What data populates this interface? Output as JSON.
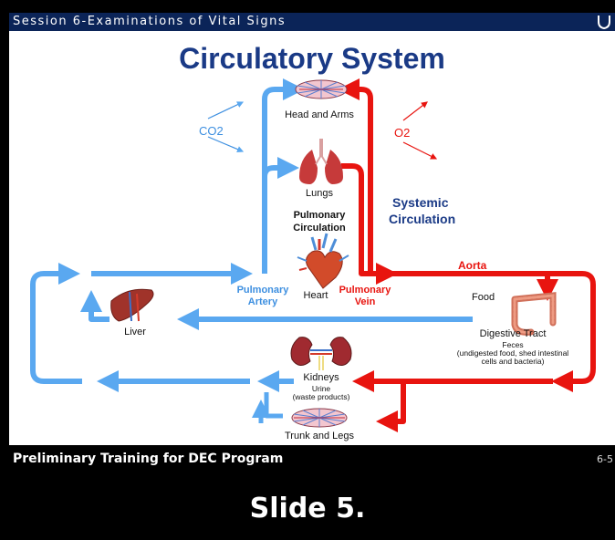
{
  "header": {
    "session": "Session 6-Examinations of Vital Signs"
  },
  "slide": {
    "title": "Circulatory System",
    "labels": {
      "head_arms": "Head and Arms",
      "co2": "CO2",
      "o2": "O2",
      "lungs": "Lungs",
      "systemic_1": "Systemic",
      "systemic_2": "Circulation",
      "pulmonary_circ_1": "Pulmonary",
      "pulmonary_circ_2": "Circulation",
      "aorta": "Aorta",
      "pulmonary_artery_1": "Pulmonary",
      "pulmonary_artery_2": "Artery",
      "heart": "Heart",
      "pulmonary_vein_1": "Pulmonary",
      "pulmonary_vein_2": "Vein",
      "food": "Food",
      "liver": "Liver",
      "digestive": "Digestive Tract",
      "feces": "Feces",
      "feces_detail_1": "(undigested food, shed intestinal",
      "feces_detail_2": "cells and bacteria)",
      "kidneys": "Kidneys",
      "urine": "Urine",
      "urine_detail": "(waste products)",
      "trunk_legs": "Trunk and Legs"
    }
  },
  "footer": {
    "program": "Preliminary Training for DEC Program",
    "page": "6-5"
  },
  "caption": "Slide 5.",
  "colors": {
    "blue": "#5aa8f0",
    "red": "#e8140f",
    "navy": "#1a3a86",
    "header_bg": "#0b2458"
  }
}
